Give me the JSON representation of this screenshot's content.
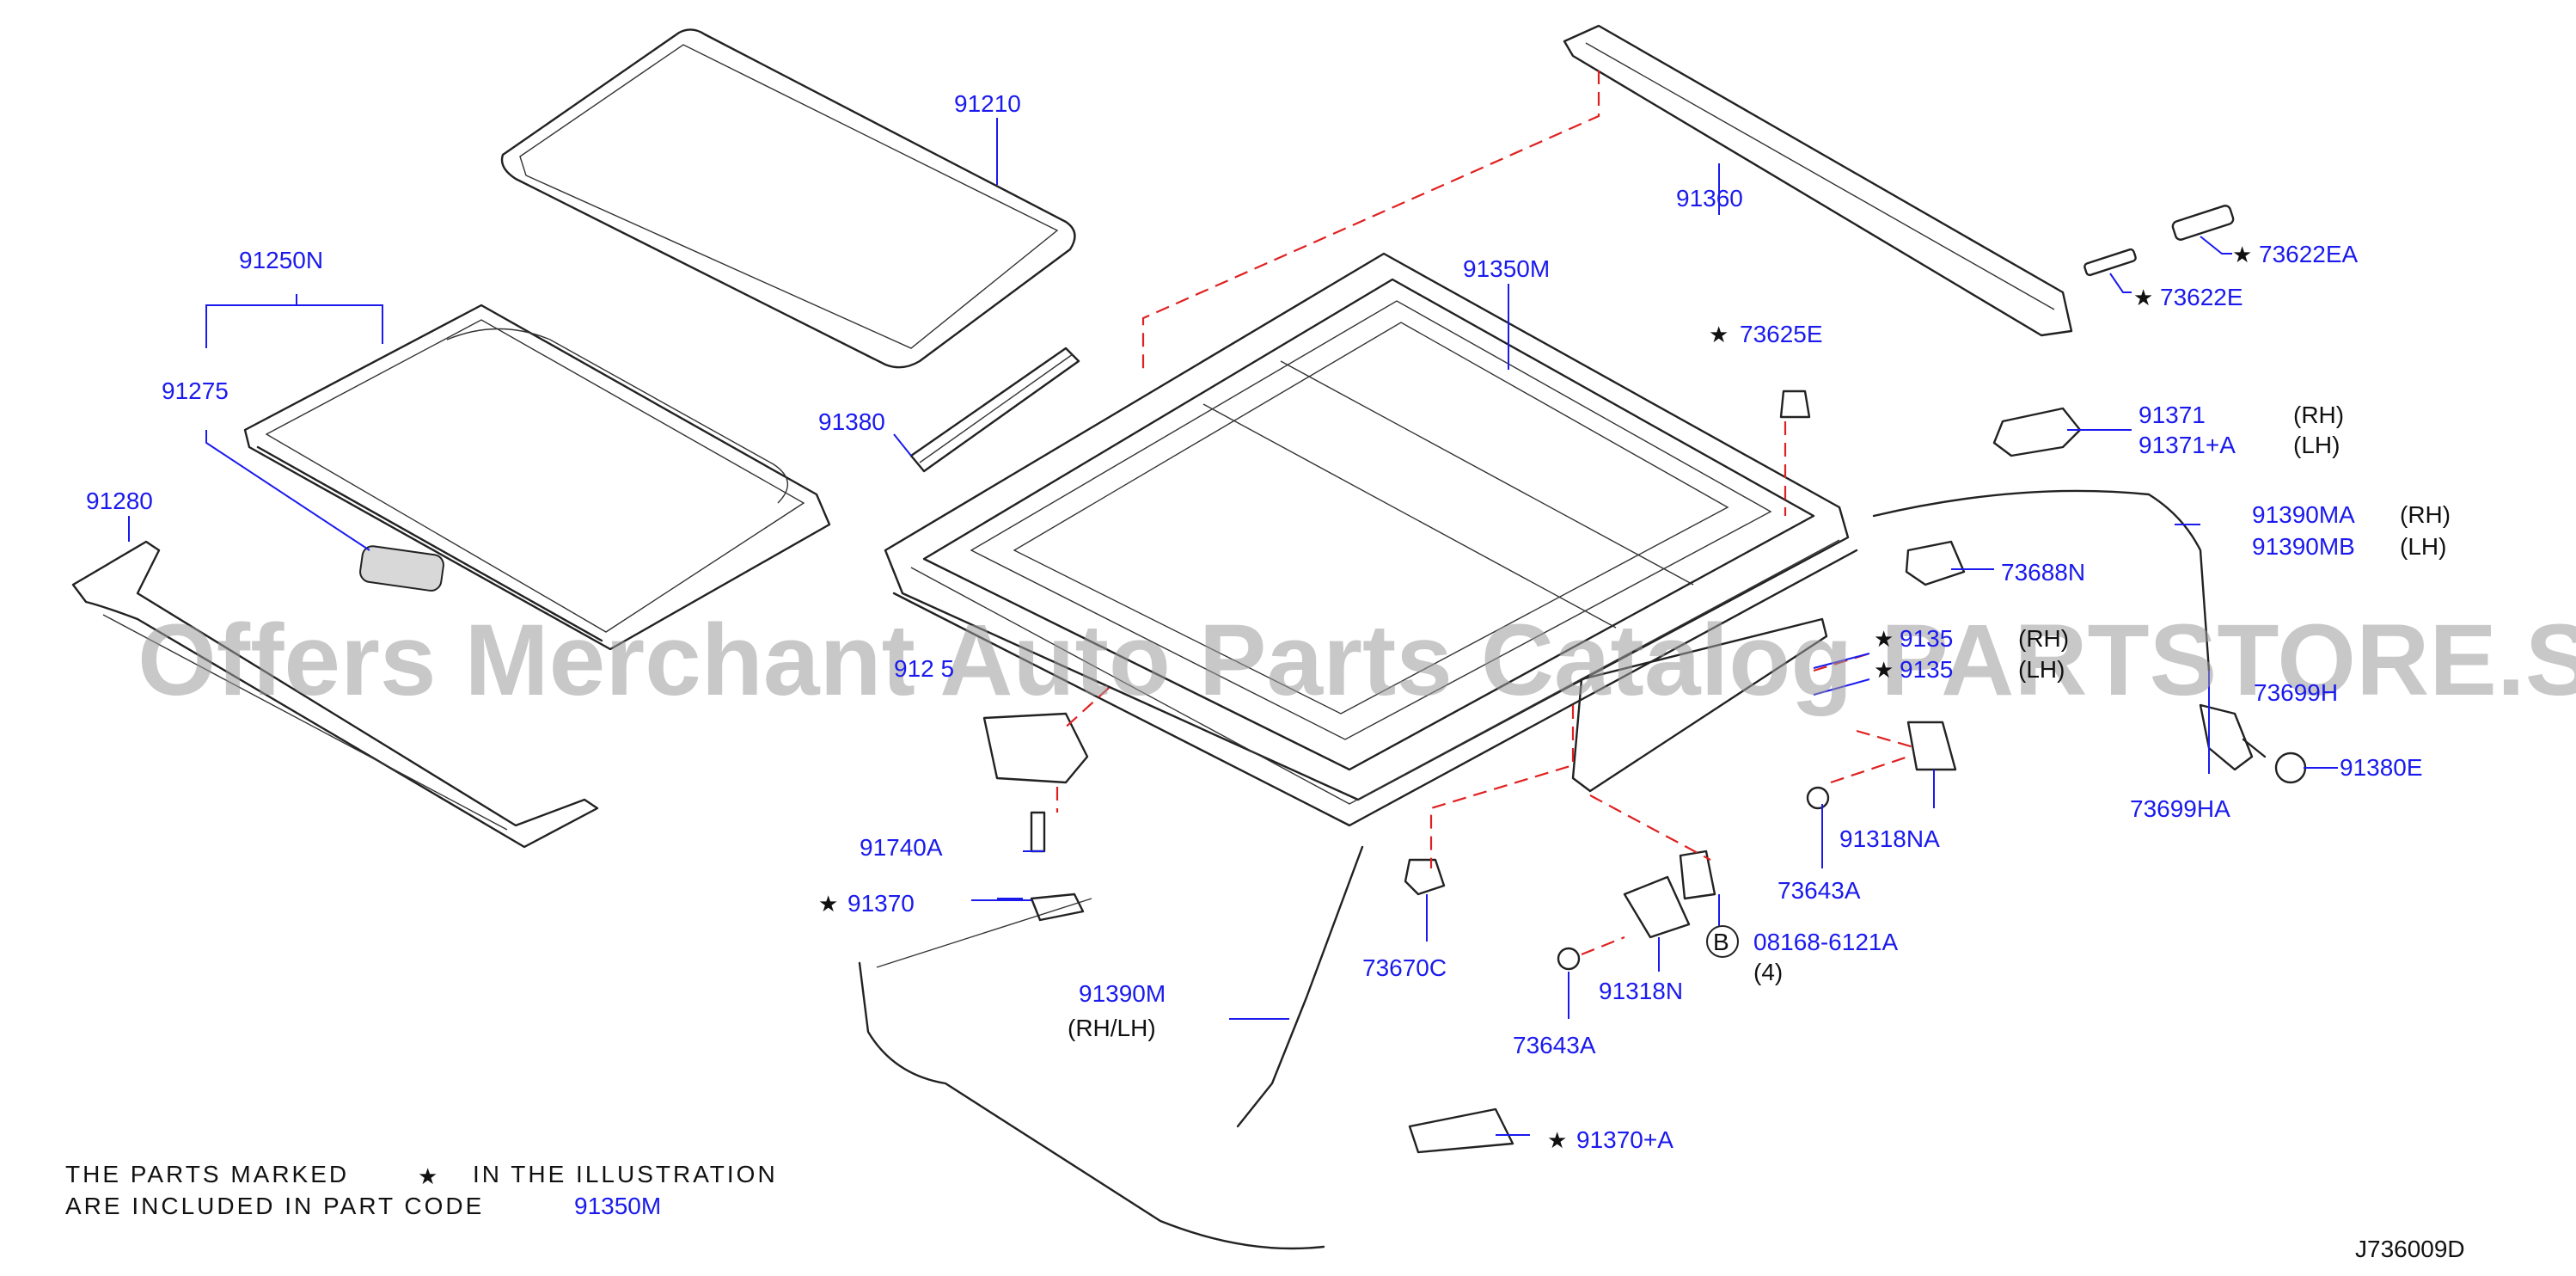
{
  "labels": {
    "p91210": "91210",
    "p91250N": "91250N",
    "p91275": "91275",
    "p91280": "91280",
    "p91380": "91380",
    "p91350M": "91350M",
    "p91360": "91360",
    "p73622EA": "73622EA",
    "p73622E": "73622E",
    "p73625E": "73625E",
    "p91371": "91371",
    "p91371A": "91371+A",
    "rh1": "(RH)",
    "lh1": "(LH)",
    "p91390MA": "91390MA",
    "p91390MB": "91390MB",
    "rh2": "(RH)",
    "lh2": "(LH)",
    "p73688N": "73688N",
    "p9135x": "9135",
    "p9135y": "9135",
    "rh3": "(RH)",
    "lh3": "(LH)",
    "p73699H": "73699H",
    "p73699HA": "73699HA",
    "p91380E": "91380E",
    "p91318NA": "91318NA",
    "p73643A_1": "73643A",
    "p08168": "08168-6121A",
    "qty4": "(4)",
    "bmark": "B",
    "p91318N": "91318N",
    "p73643A_2": "73643A",
    "p73670C": "73670C",
    "p91390M": "91390M",
    "rhlh": "(RH/LH)",
    "p91740A": "91740A",
    "p91370": "91370",
    "p91370A": "91370+A",
    "p91265": "912 5",
    "star_symbol": "★"
  },
  "note": {
    "line1": "THE  PARTS  MARKED",
    "line1b": "IN  THE  ILLUSTRATION",
    "line2": "ARE  INCLUDED  IN  PART  CODE",
    "code": "91350M"
  },
  "diagram_id": "J736009D",
  "watermark": "Offers Merchant Auto Parts Catalog PARTSTORE.SA",
  "colors": {
    "part_number": "#1a1aee",
    "dashed_guide": "#e02020",
    "line_art": "#222222"
  }
}
